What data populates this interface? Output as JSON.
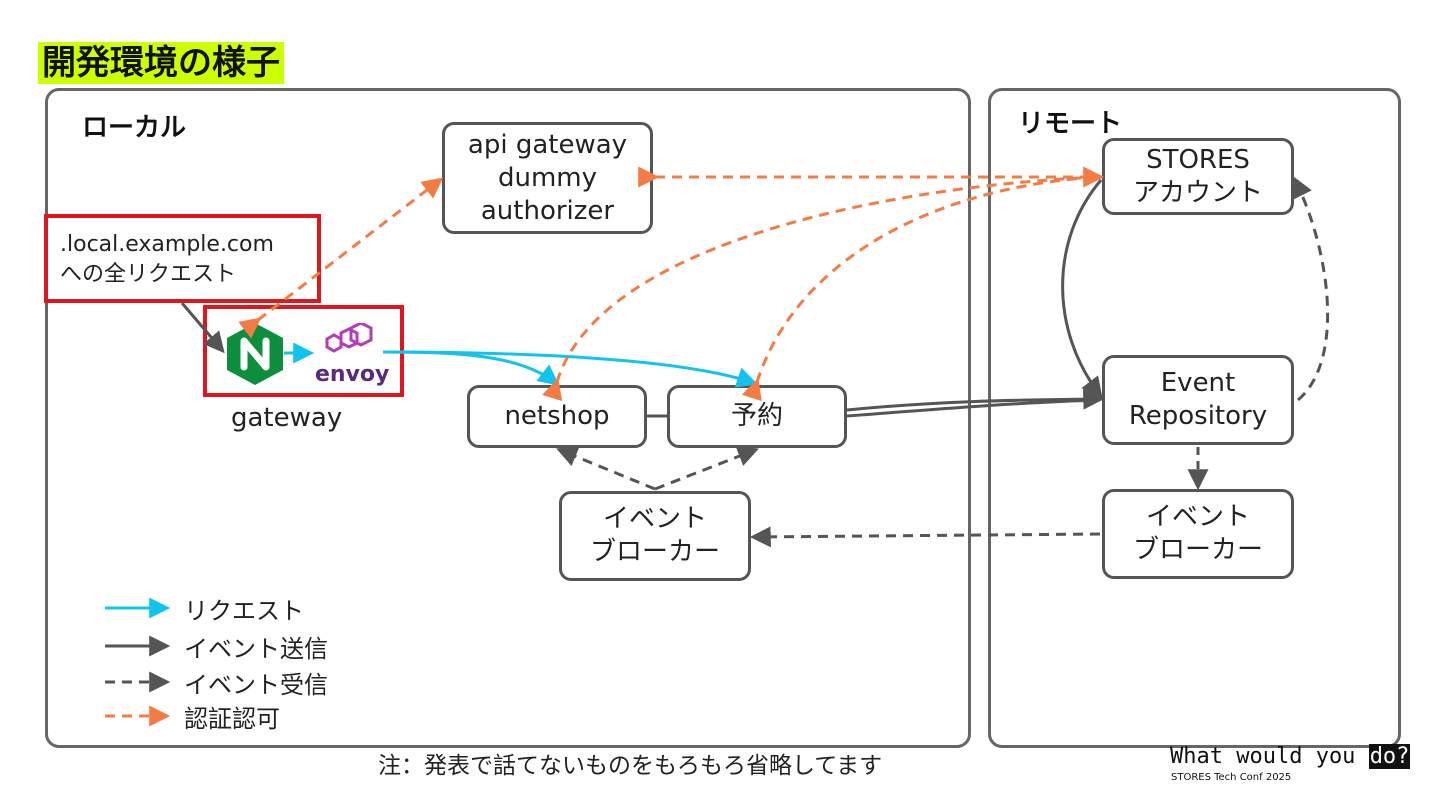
{
  "title": "開発環境の様子",
  "panels": {
    "local": "ローカル",
    "remote": "リモート"
  },
  "nodes": {
    "api_gateway": "api gateway\ndummy\nauthorizer",
    "netshop": "netshop",
    "yoyaku": "予約",
    "local_broker": "イベント\nブローカー",
    "stores_account": "STORES\nアカウント",
    "event_repository": "Event\nRepository",
    "remote_broker": "イベント\nブローカー"
  },
  "request_box": {
    "line1": ".local.example.com",
    "line2": "への全リクエスト"
  },
  "gateway": {
    "label": "gateway",
    "envoy": "envoy"
  },
  "legend": [
    {
      "label": "リクエスト",
      "color": "#12c3ee",
      "dashed": false
    },
    {
      "label": "イベント送信",
      "color": "#555555",
      "dashed": false
    },
    {
      "label": "イベント受信",
      "color": "#555555",
      "dashed": true
    },
    {
      "label": "認証認可",
      "color": "#f47c44",
      "dashed": true
    }
  ],
  "note": "注：発表で話てないものをもろもろ省略してます",
  "brand": {
    "main": "What would you ",
    "highlight": "do?",
    "sub": "STORES Tech Conf 2025"
  },
  "colors": {
    "request": "#12c3ee",
    "event": "#555555",
    "auth": "#f47c44",
    "highlight": "#ccff00",
    "redbox": "#e0161e",
    "nginx": "#0b8f3c",
    "envoy": "#b53cb5"
  }
}
